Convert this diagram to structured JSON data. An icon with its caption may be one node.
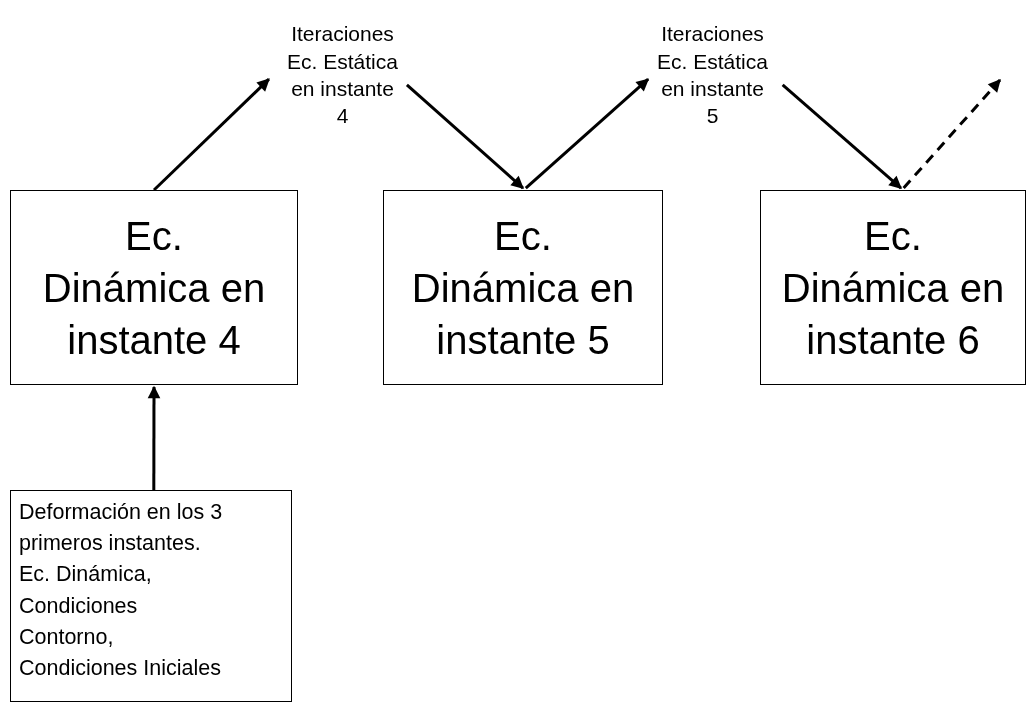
{
  "diagram": {
    "nodes": [
      {
        "text": [
          "Ec. Dinámica en instante 4"
        ]
      },
      {
        "text": [
          "Iteraciones Ec. Estática en instante 4"
        ]
      },
      {
        "text": [
          "Ec. Dinámica en instante 5"
        ]
      },
      {
        "text": [
          "Iteraciones Ec. Estática en instante 5"
        ]
      },
      {
        "text": [
          "Ec. Dinámica en instante 6"
        ]
      },
      {
        "text": [
          "Deformación en los 3 primeros instantes. Ec. Dinámica, Condiciones Contorno, Condiciones Iniciales"
        ]
      }
    ],
    "edges": [
      {
        "from": 0,
        "to": 1,
        "arrow": "to"
      },
      {
        "from": 1,
        "to": 2,
        "arrow": "to"
      },
      {
        "from": 2,
        "to": 3,
        "arrow": "to"
      },
      {
        "from": 3,
        "to": 4,
        "arrow": "to"
      },
      {
        "from": 4,
        "to": null,
        "arrow": "to",
        "style": "dashed"
      },
      {
        "from": 5,
        "to": 0,
        "arrow": "to"
      }
    ]
  }
}
